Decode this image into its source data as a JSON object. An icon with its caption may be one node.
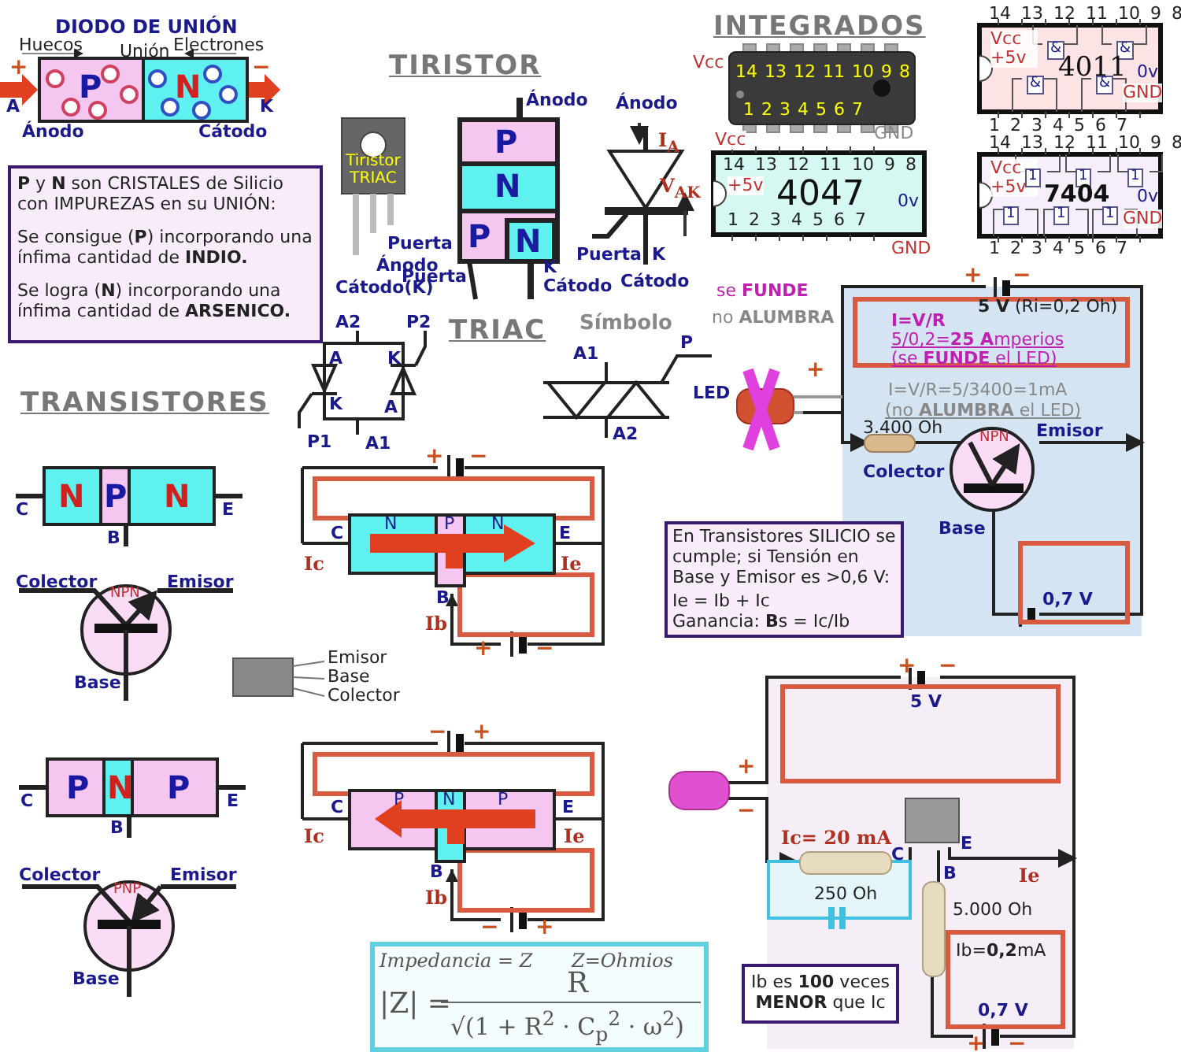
{
  "diagram": {
    "nodes": [
      {
        "text": [
          "**P** y **N** son CRISTALES de Silicio con IMPUREZAS en su UNIÓN:",
          "Se consigue (**P**) incorporando una ínfima cantidad de **INDIO.**",
          "Se logra (**N**) incorporando una ínfima cantidad de **ARSENICO.**"
        ]
      },
      {
        "text": [
          "En Transistores  SILICIO se cumple; si Tensión en Base y Emisor es >0,6 V:",
          "Ie = Ib + Ic",
          "Ganancia: **B**s = Ic/Ib"
        ]
      },
      {
        "text": [
          "Ib es **100** veces **MENOR** que Ic"
        ]
      },
      {
        "text": [
          "Impedancia = Z",
          "Z=Ohmios",
          "|Z| =",
          "R",
          "√(1 + R$^{2}$ · C$_{p}$$^{2}$ · ω$^{2}$)"
        ]
      }
    ],
    "labels": [
      "DIODO DE UNIÓN",
      "Huecos",
      "Unión",
      "Electrones",
      "+",
      "P",
      "N",
      "−",
      "A",
      "K",
      "Ánodo",
      "Cátodo",
      "TIRISTOR",
      "Tiristor TRIAC",
      "Puerta",
      "Ánodo",
      "Cátodo(K)",
      "Ánodo",
      "P",
      "N",
      "P",
      "N",
      "K",
      "Puerta",
      "Cátodo",
      "Ánodo",
      "I$_{A}$",
      "V$_{AK}$",
      "Puerta",
      "K",
      "Cátodo",
      "A2",
      "P2",
      "TRIAC",
      "Símbolo",
      "A",
      "K",
      "K",
      "A",
      "P1",
      "A1",
      "A1",
      "P",
      "A2",
      "INTEGRADOS",
      "Vcc",
      "14 13 12 11 10 9 8",
      "1 2 3 4 5 6 7",
      "GND",
      "Vcc",
      "14 13 12 11 10 9 8",
      "+5v",
      "4047",
      "0v",
      "1 2 3 4 5 6 7",
      "GND",
      "14 13 12 11 10 9 8",
      "Vcc +5v",
      "&",
      "&",
      "&",
      "&",
      "4011",
      "0v",
      "GND",
      "1 2 3 4 5 6 7",
      "14 13 12 11 10 9 8",
      "Vcc +5v",
      "1",
      "1",
      "1",
      "1",
      "1",
      "1",
      "7404",
      "0v",
      "GND",
      "1 2 3 4 5 6 7",
      "TRANSISTORES",
      "C",
      "N",
      "P",
      "N",
      "E",
      "B",
      "Colector",
      "Emisor",
      "NPN",
      "Base",
      "Emisor",
      "Base",
      "Colector",
      "C",
      "P",
      "N",
      "P",
      "E",
      "B",
      "Colector",
      "Emisor",
      "PNP",
      "Base",
      "+",
      "−",
      "C",
      "N",
      "P",
      "N",
      "E",
      "Ic",
      "Ie",
      "B",
      "Ib",
      "+",
      "−",
      "−",
      "+",
      "C",
      "P",
      "N",
      "P",
      "E",
      "Ic",
      "Ie",
      "B",
      "Ib",
      "−",
      "+",
      "se **FUNDE**",
      "no **ALUMBRA**",
      "LED",
      "+",
      "+",
      "−",
      "**5 V** (Ri=0,2 Oh)",
      "**I=V/R**",
      "5/0,2=**25 A**mperios",
      "(se **FUNDE** el LED)",
      "I=V/R=5/3400=1mA",
      "(no **ALUMBRA** el LED)",
      "3.400 Oh",
      "NPN",
      "Colector",
      "Emisor",
      "Base",
      "0,7 V",
      "+",
      "−",
      "5 V",
      "+",
      "−",
      "Ic= **20** mA",
      "C",
      "E",
      "B",
      "Ie",
      "250 Oh",
      "5.000 Oh",
      "Ib=**0,2**mA",
      "0,7 V",
      "+",
      "−"
    ]
  }
}
